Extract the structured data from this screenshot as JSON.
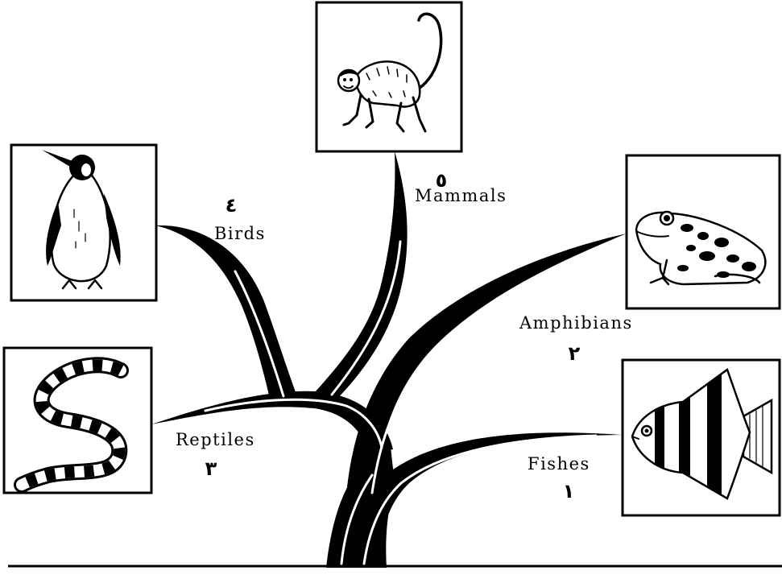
{
  "colors": {
    "ink": "#000000",
    "paper": "#ffffff"
  },
  "groups": {
    "fishes": {
      "label": "Fishes",
      "number": "١",
      "icon": "fish-icon"
    },
    "amphibians": {
      "label": "Amphibians",
      "number": "٢",
      "icon": "frog-icon"
    },
    "reptiles": {
      "label": "Reptiles",
      "number": "٣",
      "icon": "snake-icon"
    },
    "birds": {
      "label": "Birds",
      "number": "٤",
      "icon": "penguin-icon"
    },
    "mammals": {
      "label": "Mammals",
      "number": "٥",
      "icon": "monkey-icon"
    }
  }
}
